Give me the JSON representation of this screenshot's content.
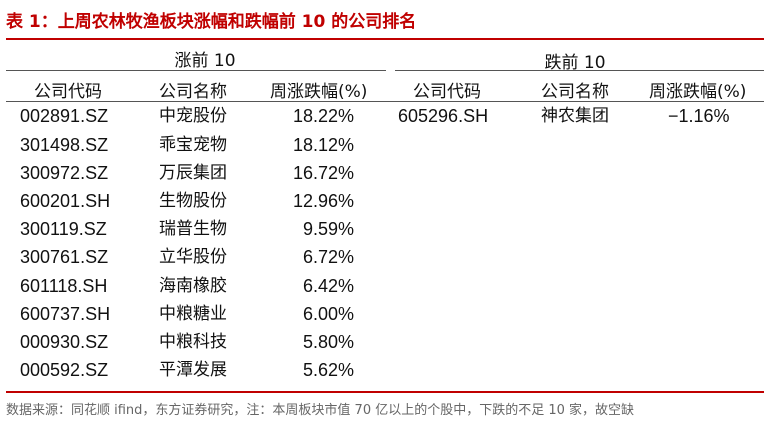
{
  "title": "表 1：上周农林牧渔板块涨幅和跌幅前 10 的公司排名",
  "gainers": {
    "group_label": "涨前 10",
    "headers": [
      "公司代码",
      "公司名称",
      "周涨跌幅(%)"
    ],
    "rows": [
      {
        "code": "002891.SZ",
        "name": "中宠股份",
        "change": "18.22%"
      },
      {
        "code": "301498.SZ",
        "name": "乖宝宠物",
        "change": "18.12%"
      },
      {
        "code": "300972.SZ",
        "name": "万辰集团",
        "change": "16.72%"
      },
      {
        "code": "600201.SH",
        "name": "生物股份",
        "change": "12.96%"
      },
      {
        "code": "300119.SZ",
        "name": "瑞普生物",
        "change": "9.59%"
      },
      {
        "code": "300761.SZ",
        "name": "立华股份",
        "change": "6.72%"
      },
      {
        "code": "601118.SH",
        "name": "海南橡胶",
        "change": "6.42%"
      },
      {
        "code": "600737.SH",
        "name": "中粮糖业",
        "change": "6.00%"
      },
      {
        "code": "000930.SZ",
        "name": "中粮科技",
        "change": "5.80%"
      },
      {
        "code": "000592.SZ",
        "name": "平潭发展",
        "change": "5.62%"
      }
    ]
  },
  "losers": {
    "group_label": "跌前 10",
    "headers": [
      "公司代码",
      "公司名称",
      "周涨跌幅(%)"
    ],
    "rows": [
      {
        "code": "605296.SH",
        "name": "神农集团",
        "change": "−1.16%"
      }
    ]
  },
  "source": "数据来源：同花顺 ifind，东方证券研究，注：本周板块市值 70 亿以上的个股中，下跌的不足 10 家，故空缺",
  "colors": {
    "accent": "#c00000",
    "text": "#111111",
    "source_text": "#666666"
  }
}
